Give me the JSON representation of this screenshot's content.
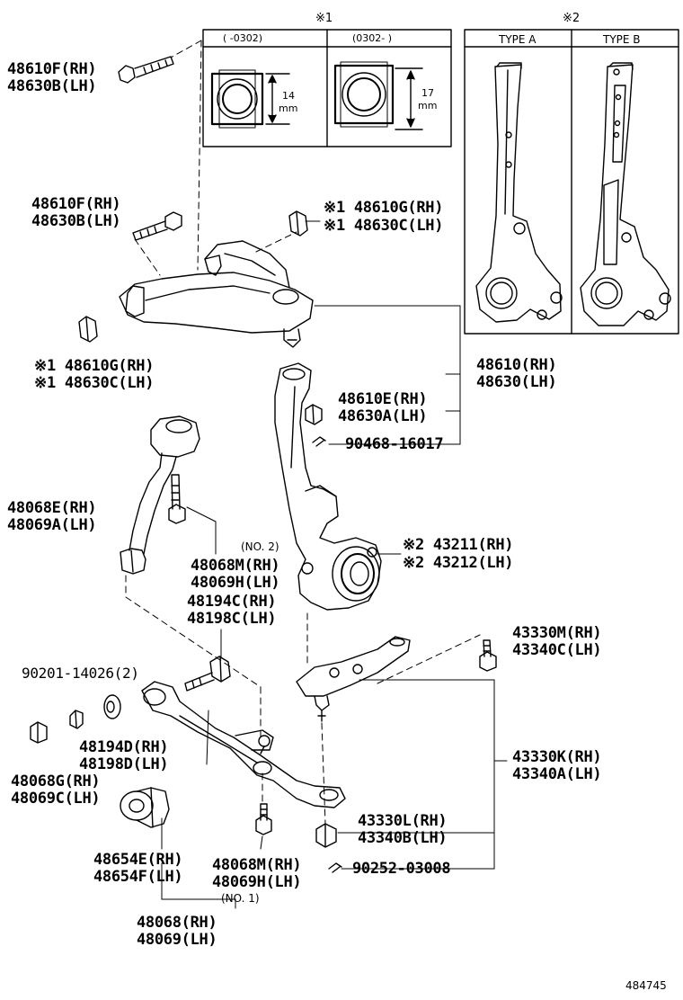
{
  "inset1": {
    "mark": "※1",
    "col1": "(      -0302)",
    "col2": "(0302-      )",
    "dim1_value": "14",
    "dim1_unit": "mm",
    "dim2_value": "17",
    "dim2_unit": "mm"
  },
  "inset2": {
    "mark": "※2",
    "type_a": "TYPE A",
    "type_b": "TYPE B"
  },
  "labels": {
    "bolt_top_rh": "48610F(RH)",
    "bolt_top_lh": "48630B(LH)",
    "bolt_mid_rh": "48610F(RH)",
    "bolt_mid_lh": "48630B(LH)",
    "bush_right_rh": "※1 48610G(RH)",
    "bush_right_lh": "※1 48630C(LH)",
    "bush_left_rh": "※1 48610G(RH)",
    "bush_left_lh": "※1 48630C(LH)",
    "upper_arm_rh": "48610(RH)",
    "upper_arm_lh": "48630(LH)",
    "nut_upper_rh": "48610E(RH)",
    "nut_upper_lh": "48630A(LH)",
    "cotter_pin_upper": "90468-16017",
    "strut_rod_rh": "48068E(RH)",
    "strut_rod_lh": "48069A(LH)",
    "no2": "(NO. 2)",
    "bolt_no2_rh": "48068M(RH)",
    "bolt_no2_lh": "48069H(LH)",
    "cam_bolt_rh": "48194C(RH)",
    "cam_bolt_lh": "48198C(LH)",
    "knuckle_rh": "※2 43211(RH)",
    "knuckle_lh": "※2 43212(LH)",
    "ball_bolt_rh": "43330M(RH)",
    "ball_bolt_lh": "43340C(LH)",
    "nut_90201": "90201-14026(2)",
    "cam_plate_rh": "48194D(RH)",
    "cam_plate_lh": "48198D(LH)",
    "nut_lower_rh": "48068G(RH)",
    "nut_lower_lh": "48069C(LH)",
    "ball_joint_rh": "43330K(RH)",
    "ball_joint_lh": "43340A(LH)",
    "bj_nut_rh": "43330L(RH)",
    "bj_nut_lh": "43340B(LH)",
    "bushing_rh": "48654E(RH)",
    "bushing_lh": "48654F(LH)",
    "bolt_no1_rh": "48068M(RH)",
    "bolt_no1_lh": "48069H(LH)",
    "no1": "(NO. 1)",
    "cotter_pin_lower": "90252-03008",
    "lower_arm_rh": "48068(RH)",
    "lower_arm_lh": "48069(LH)",
    "ref_number": "484745"
  }
}
